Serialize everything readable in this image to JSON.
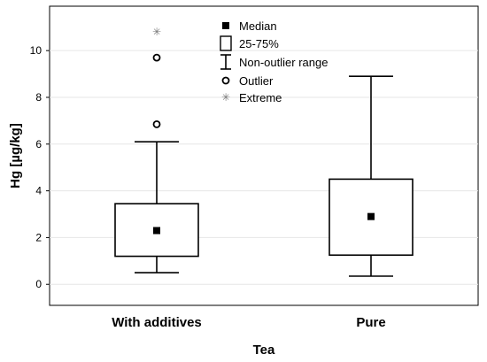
{
  "chart_data": {
    "type": "boxplot",
    "title": "",
    "xlabel": "Tea",
    "ylabel": "Hg [µg/kg]",
    "ylim": [
      -0.9,
      11.9
    ],
    "yticks": [
      0,
      2,
      4,
      6,
      8,
      10
    ],
    "grid": true,
    "legend_position": "top-center",
    "categories": [
      "With additives",
      "Pure"
    ],
    "boxes": [
      {
        "category": "With additives",
        "median": 2.3,
        "q1": 1.2,
        "q3": 3.45,
        "whisker_low": 0.5,
        "whisker_high": 6.1,
        "outliers": [
          6.85,
          9.7
        ],
        "extremes": [
          10.8
        ]
      },
      {
        "category": "Pure",
        "median": 2.9,
        "q1": 1.25,
        "q3": 4.5,
        "whisker_low": 0.35,
        "whisker_high": 8.9,
        "outliers": [],
        "extremes": []
      }
    ],
    "legend": [
      {
        "symbol": "median",
        "label": "Median"
      },
      {
        "symbol": "box",
        "label": "25-75%"
      },
      {
        "symbol": "whisker",
        "label": "Non-outlier range"
      },
      {
        "symbol": "outlier",
        "label": "Outlier"
      },
      {
        "symbol": "extreme",
        "label": "Extreme"
      }
    ],
    "colors": {
      "stroke": "#000000",
      "grid": "#e6e6e6",
      "extreme": "#777777"
    }
  }
}
